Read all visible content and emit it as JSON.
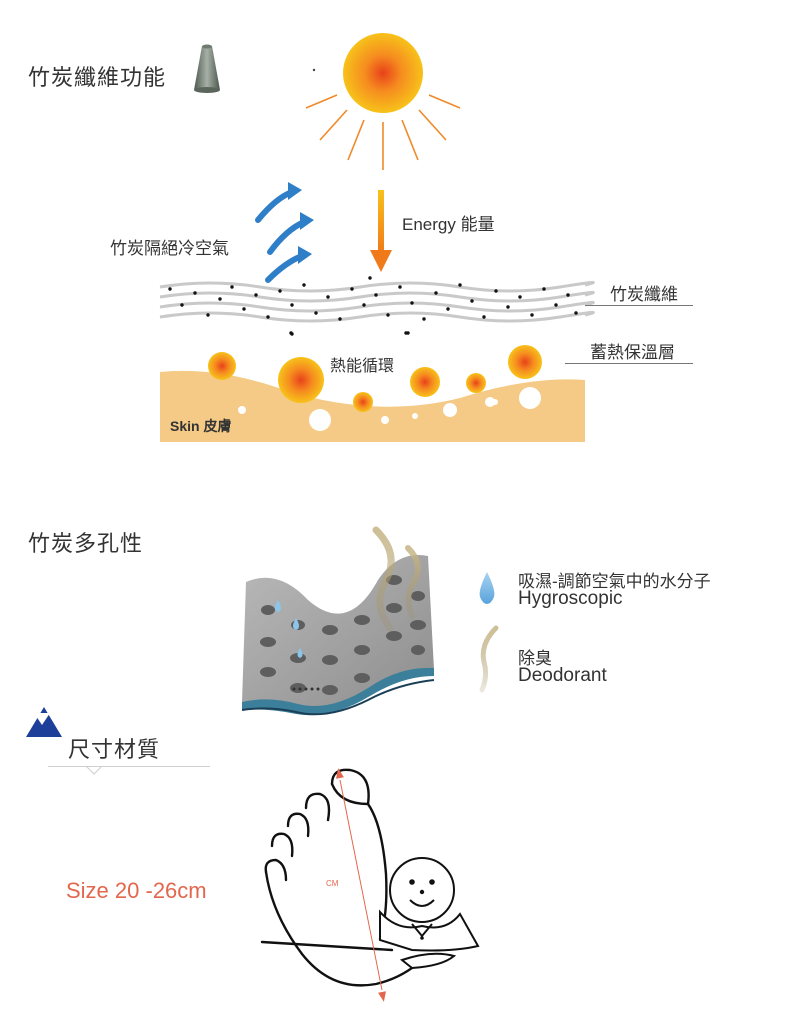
{
  "section1": {
    "title": "竹炭纖維功能",
    "labels": {
      "insulate": "竹炭隔絕冷空氣",
      "energy": "Energy 能量",
      "fiber": "竹炭纖維",
      "heat_layer": "蓄熱保溫層",
      "circulation": "熱能循環",
      "skin": "Skin 皮膚"
    }
  },
  "section2": {
    "title": "竹炭多孔性",
    "features": [
      {
        "zh": "吸濕-調節空氣中的水分子",
        "en": "Hygroscopic"
      },
      {
        "zh": "除臭",
        "en": "Deodorant"
      }
    ]
  },
  "section3": {
    "title": "尺寸材質",
    "size": "Size 20 -26cm",
    "unit_mark": "CM"
  },
  "colors": {
    "arrow_blue": "#2f7fc8",
    "sun_core": "#e8421a",
    "sun_outer": "#f7c21a",
    "skin": "#f4ca86",
    "size_text": "#e2674d",
    "accent_navy": "#1e3f99"
  }
}
